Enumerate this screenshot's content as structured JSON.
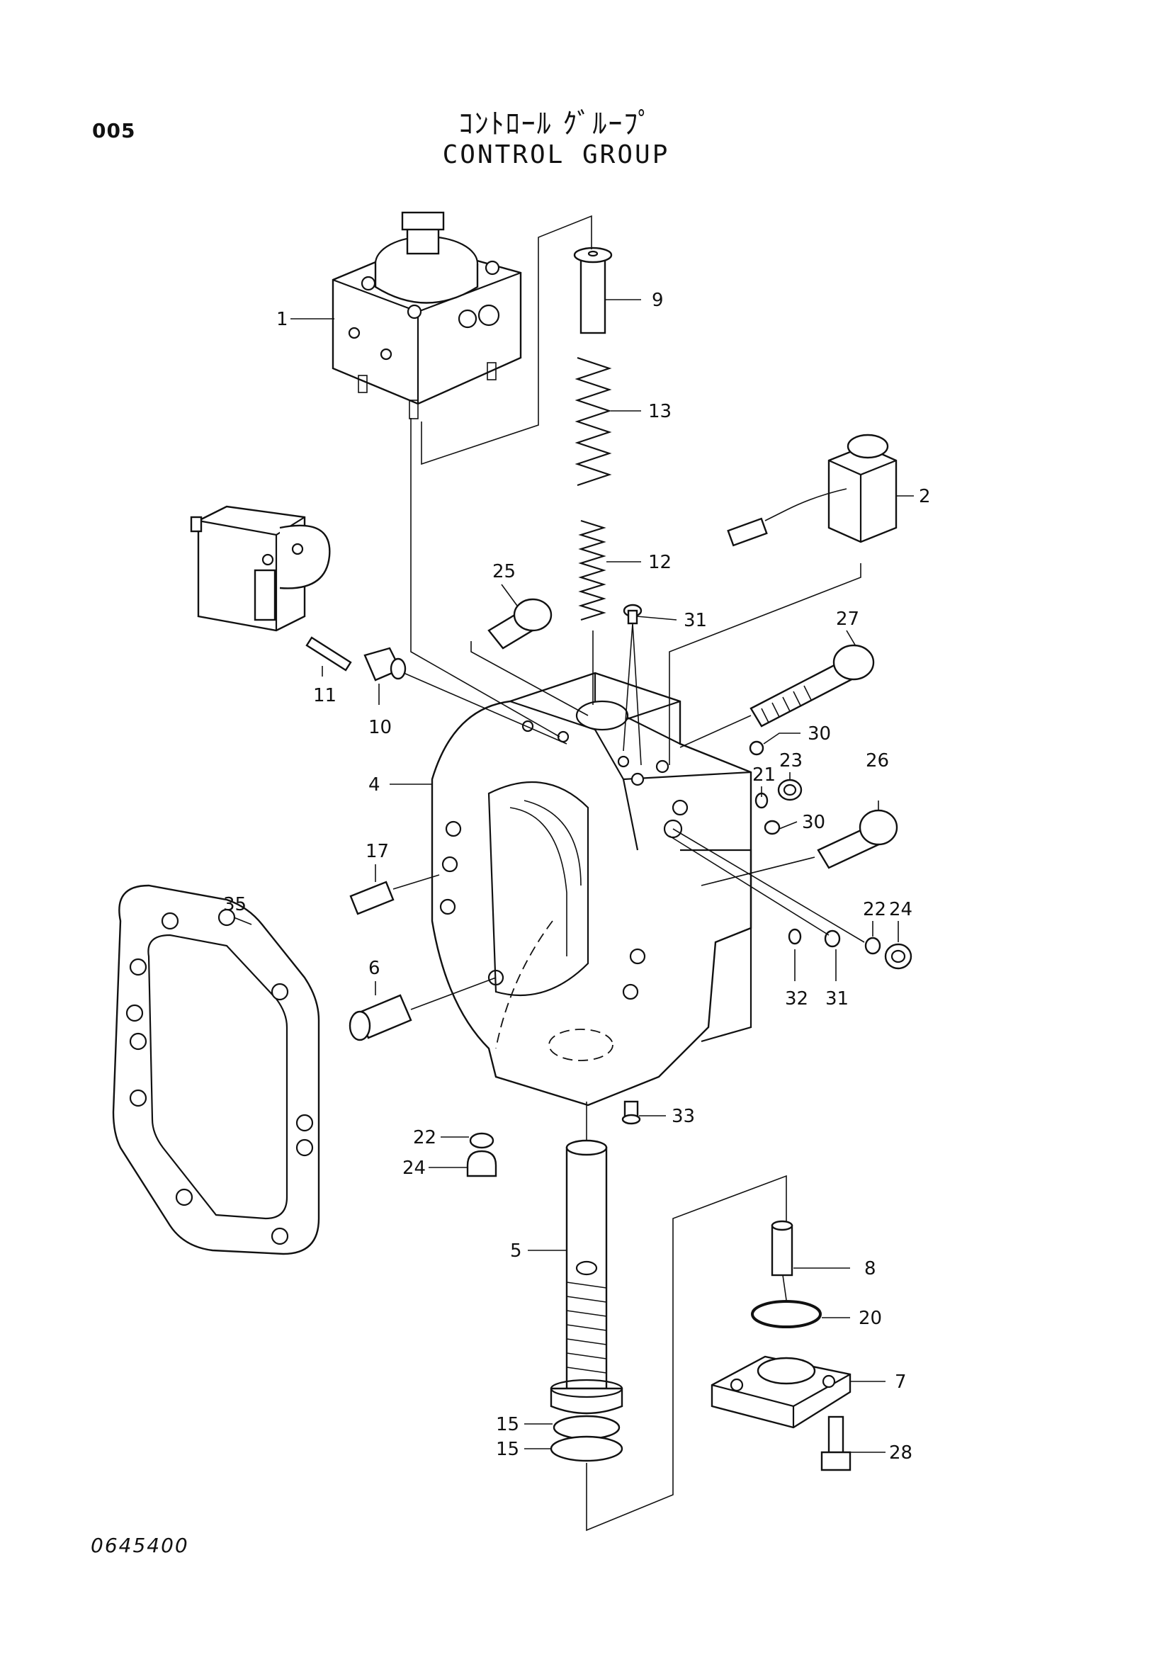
{
  "header": {
    "page_number": "005",
    "title_japanese": "ｺﾝﾄﾛｰﾙ ｸﾞﾙｰﾌﾟ",
    "title_english": "CONTROL GROUP"
  },
  "footer": {
    "drawing_number": "0645400"
  },
  "callouts": [
    {
      "id": "c1",
      "label": "1"
    },
    {
      "id": "c9",
      "label": "9"
    },
    {
      "id": "c13",
      "label": "13"
    },
    {
      "id": "c2",
      "label": "2"
    },
    {
      "id": "c12",
      "label": "12"
    },
    {
      "id": "c25",
      "label": "25"
    },
    {
      "id": "c31a",
      "label": "31"
    },
    {
      "id": "c27",
      "label": "27"
    },
    {
      "id": "c11",
      "label": "11"
    },
    {
      "id": "c10",
      "label": "10"
    },
    {
      "id": "c30a",
      "label": "30"
    },
    {
      "id": "c21",
      "label": "21"
    },
    {
      "id": "c23",
      "label": "23"
    },
    {
      "id": "c26",
      "label": "26"
    },
    {
      "id": "c4",
      "label": "4"
    },
    {
      "id": "c30b",
      "label": "30"
    },
    {
      "id": "c17",
      "label": "17"
    },
    {
      "id": "c35",
      "label": "35"
    },
    {
      "id": "c22a",
      "label": "22"
    },
    {
      "id": "c24a",
      "label": "24"
    },
    {
      "id": "c6",
      "label": "6"
    },
    {
      "id": "c32",
      "label": "32"
    },
    {
      "id": "c31b",
      "label": "31"
    },
    {
      "id": "c33",
      "label": "33"
    },
    {
      "id": "c22b",
      "label": "22"
    },
    {
      "id": "c24b",
      "label": "24"
    },
    {
      "id": "c5",
      "label": "5"
    },
    {
      "id": "c8",
      "label": "8"
    },
    {
      "id": "c20",
      "label": "20"
    },
    {
      "id": "c7",
      "label": "7"
    },
    {
      "id": "c28",
      "label": "28"
    },
    {
      "id": "c15a",
      "label": "15"
    },
    {
      "id": "c15b",
      "label": "15"
    }
  ]
}
